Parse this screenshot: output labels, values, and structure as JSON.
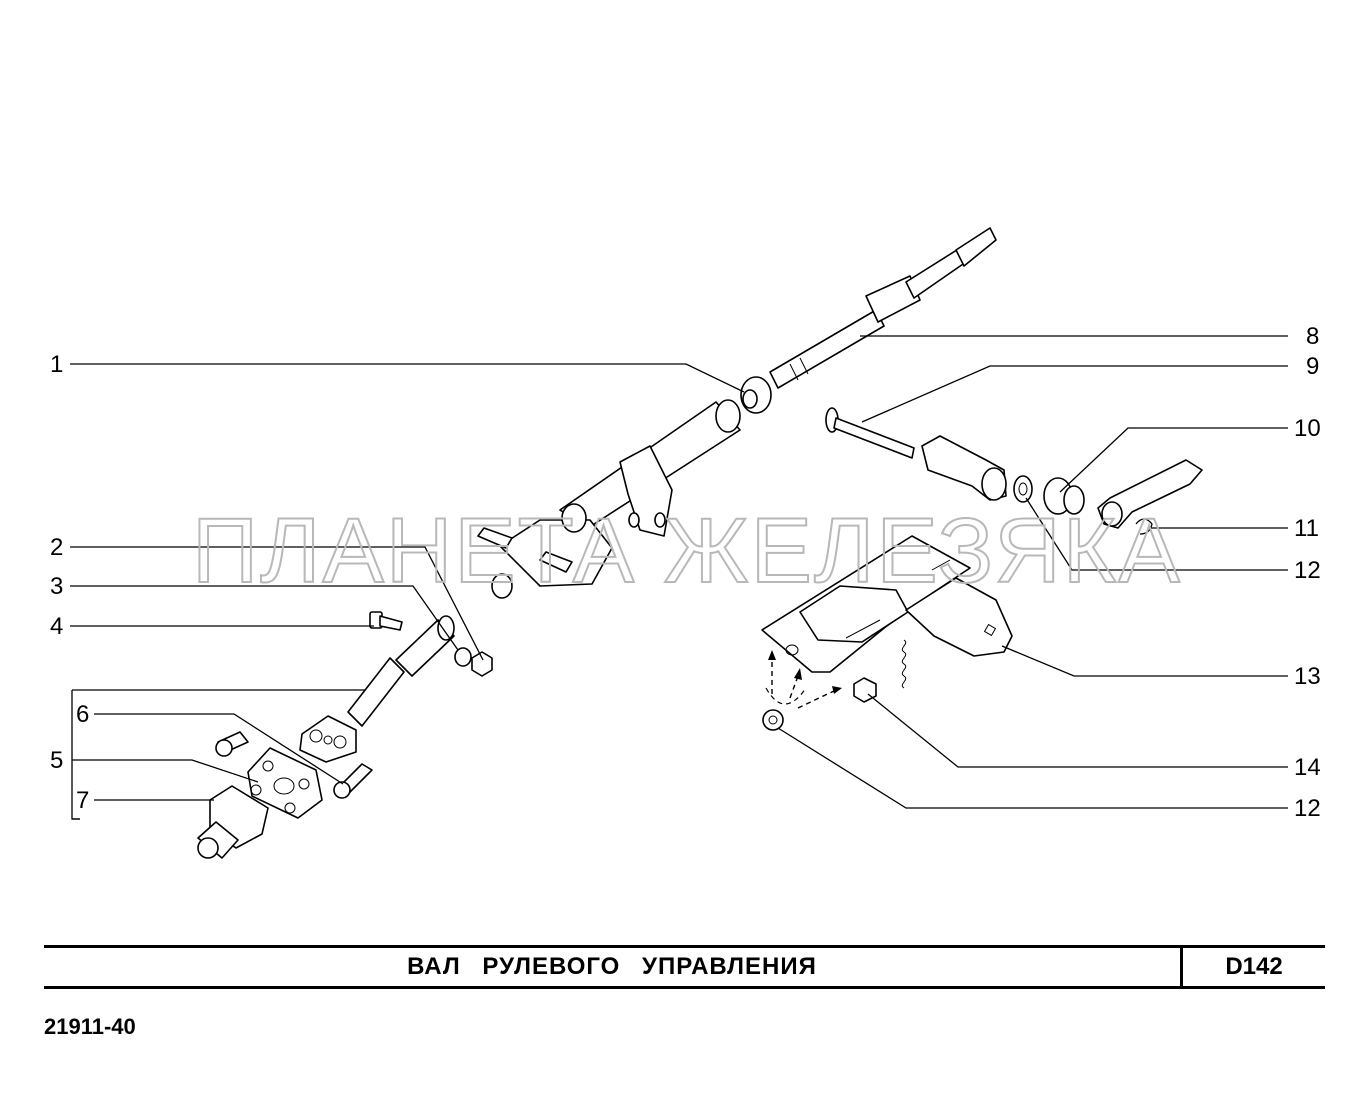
{
  "watermark": "ПЛАНЕТА ЖЕЛЕЗЯКА",
  "title": "ВАЛ   РУЛЕВОГО   УПРАВЛЕНИЯ",
  "code": "D142",
  "model": "21911-40",
  "callouts": {
    "c1": "1",
    "c2": "2",
    "c3": "3",
    "c4": "4",
    "c5": "5",
    "c6": "6",
    "c7": "7",
    "c8": "8",
    "c9": "9",
    "c10": "10",
    "c11": "11",
    "c12a": "12",
    "c13": "13",
    "c14": "14",
    "c12b": "12"
  }
}
